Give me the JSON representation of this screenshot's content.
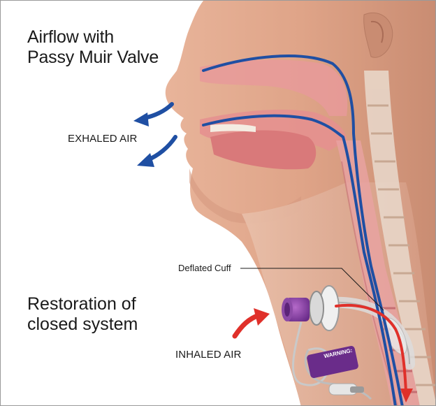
{
  "title": {
    "line1": "Airflow with",
    "line2": "Passy Muir Valve"
  },
  "labels": {
    "exhaled": "EXHALED AIR",
    "deflated_cuff": "Deflated Cuff",
    "inhaled": "INHALED AIR",
    "restoration_line1": "Restoration of",
    "restoration_line2": "closed system",
    "warning": "WARNING:"
  },
  "colors": {
    "airflow_blue": "#1f4fa3",
    "inhale_red": "#e0302a",
    "valve_purple": "#7a3a8f",
    "skin": "#e9b9a0",
    "airway_pink": "#e89a9a"
  }
}
